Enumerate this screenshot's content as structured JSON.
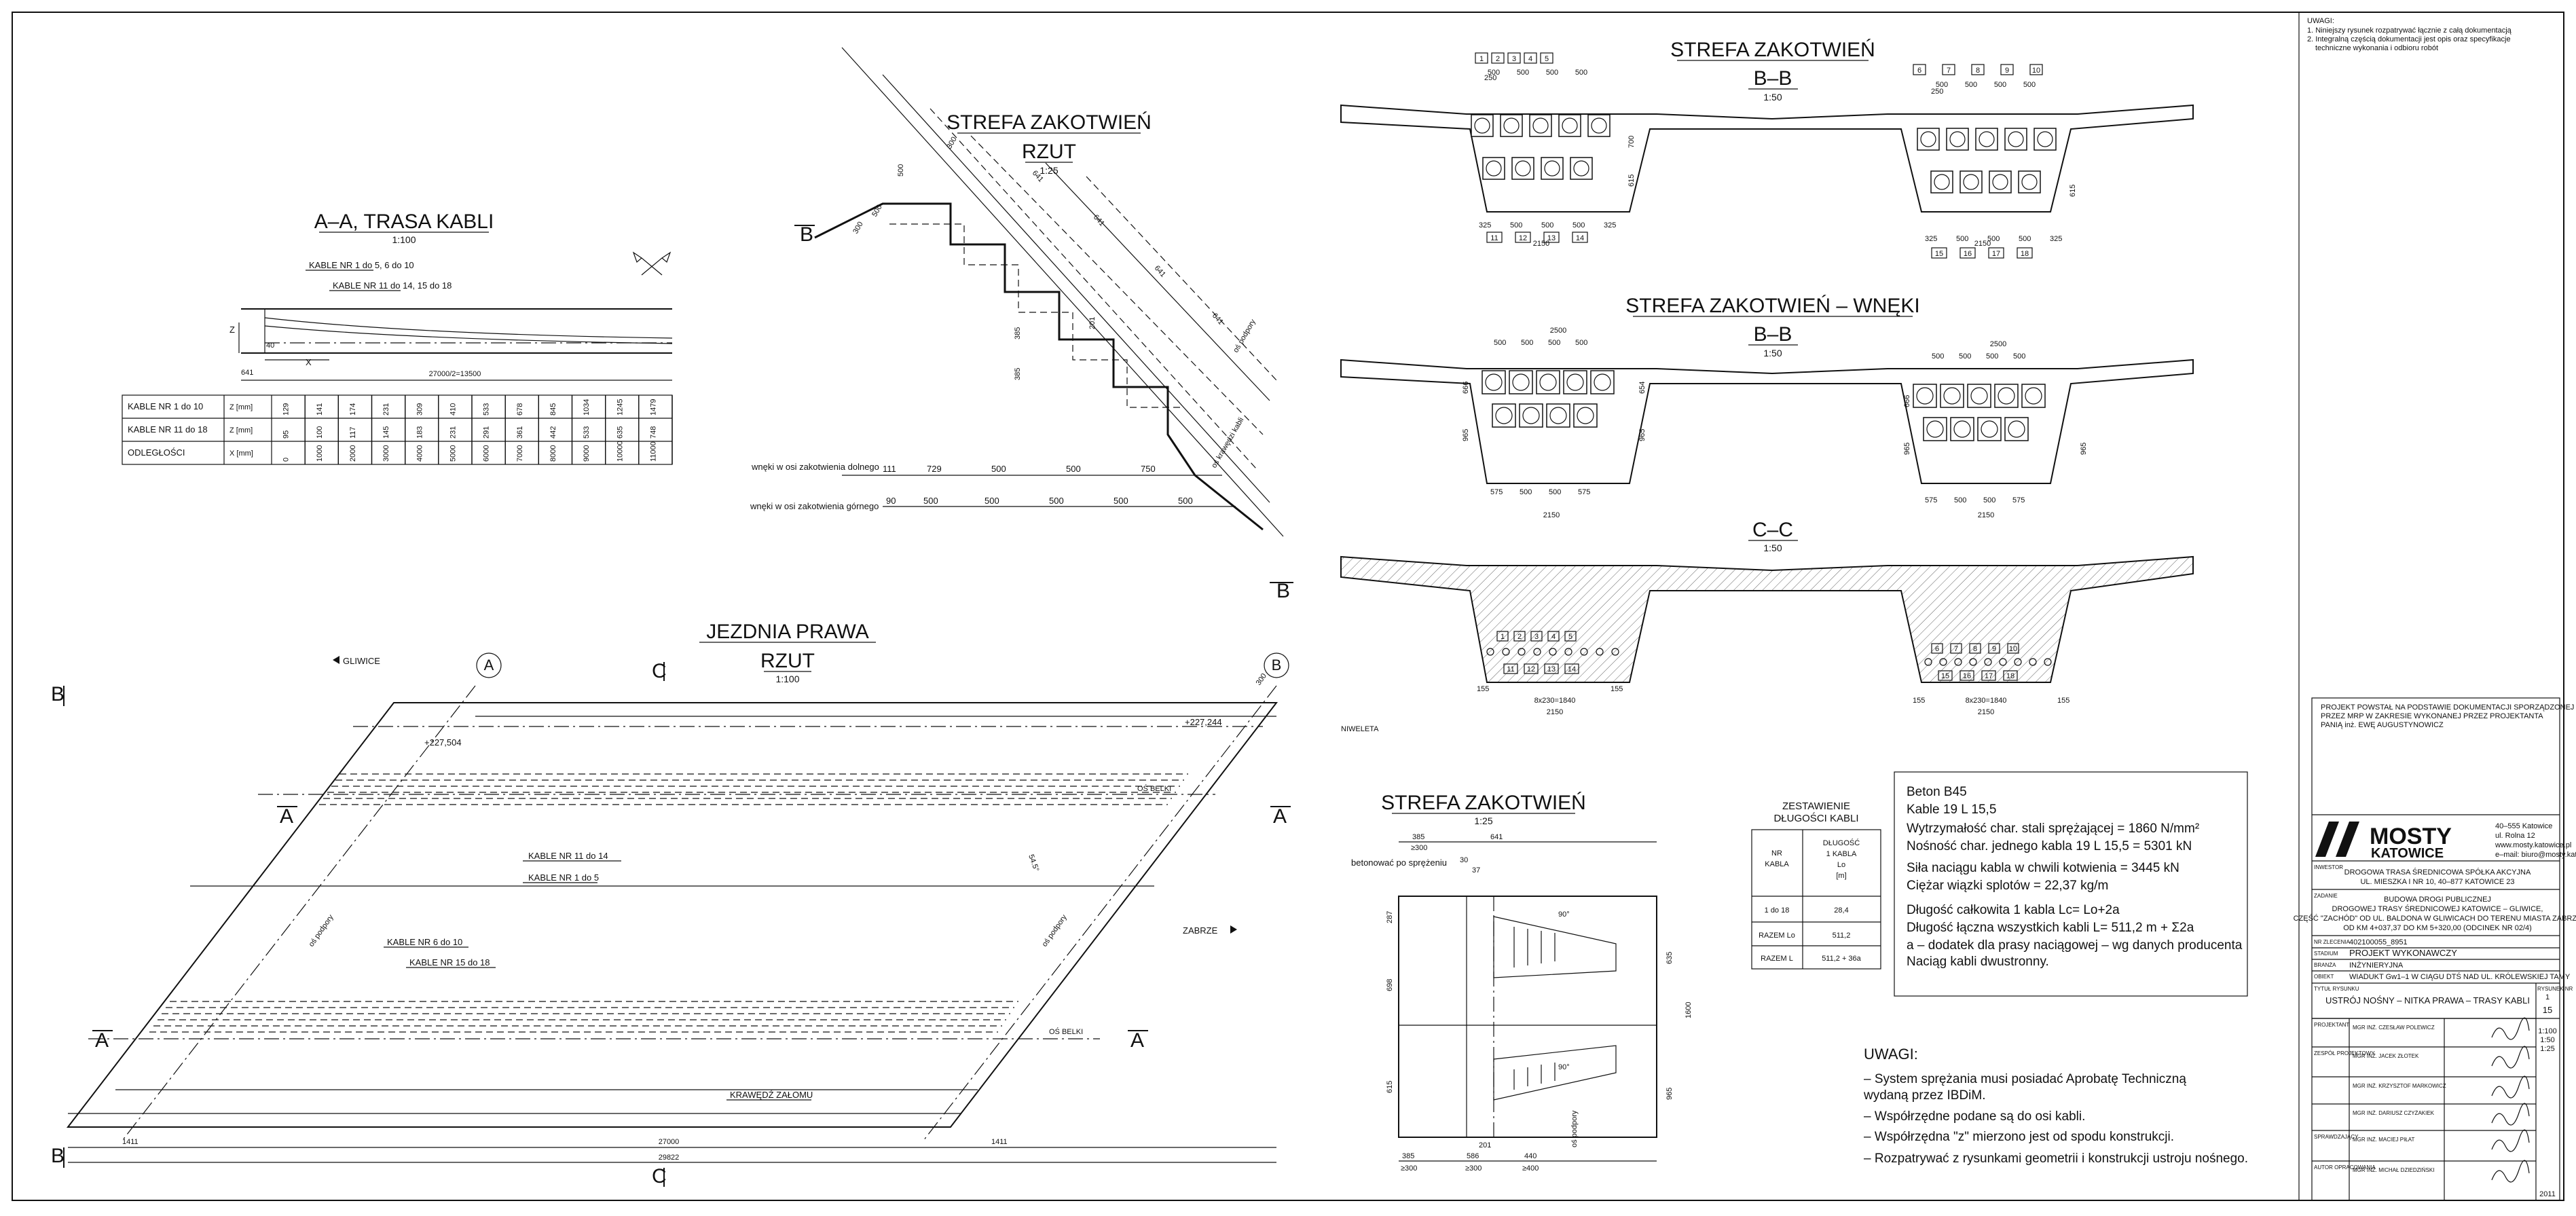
{
  "notes_top": {
    "heading": "UWAGI:",
    "lines": [
      "1. Niniejszy rysunek rozpatrywać łącznie z całą dokumentacją",
      "2. Integralną częścią dokumentacji jest opis oraz specyfikacje",
      "techniczne wykonania i odbioru robót"
    ]
  },
  "section_aa": {
    "title": "A–A, TRASA KABLI",
    "scale": "1:100",
    "label1": "KABLE NR 1 do 5, 6 do 10",
    "label2": "KABLE NR 11 do 14, 15 do 18",
    "axis_z": "Z",
    "axis_x": "X",
    "dim_40": "40",
    "dim_641": "641",
    "dim_span": "27000/2=13500",
    "rows": [
      {
        "label": "KABLE NR 1 do 10",
        "unit": "Z [mm]",
        "values": [
          "129",
          "141",
          "174",
          "231",
          "309",
          "410",
          "533",
          "678",
          "845",
          "1034",
          "1245",
          "1479"
        ]
      },
      {
        "label": "KABLE NR 11 do 18",
        "unit": "Z [mm]",
        "values": [
          "95",
          "100",
          "117",
          "145",
          "183",
          "231",
          "291",
          "361",
          "442",
          "533",
          "635",
          "748"
        ]
      },
      {
        "label": "ODLEGŁOŚCI",
        "unit": "X [mm]",
        "values": [
          "0",
          "1000",
          "2000",
          "3000",
          "4000",
          "5000",
          "6000",
          "7000",
          "8000",
          "9000",
          "10000",
          "11000"
        ]
      }
    ]
  },
  "strefa_rzut": {
    "title": "STREFA ZAKOTWIEŃ",
    "subtitle": "RZUT",
    "scale": "1:25",
    "dims_diag": [
      "300",
      "500",
      "641",
      "641",
      "641",
      "641"
    ],
    "dims_vert": [
      "300",
      "500",
      "201",
      "385",
      "385"
    ],
    "label_lower": "wnęki w osi zakotwienia dolnego",
    "label_upper": "wnęki w osi zakotwienia górnego",
    "dims_lower": [
      "111",
      "729",
      "500",
      "500",
      "750"
    ],
    "dims_upper": [
      "90",
      "500",
      "500",
      "500",
      "500",
      "500"
    ],
    "axis_label": "oś podpory",
    "axis_label2": "oś krawędzi kabli",
    "mark_b": "B"
  },
  "section_bb": {
    "title": "STREFA ZAKOTWIEŃ",
    "subtitle": "B–B",
    "scale": "1:50",
    "top_left_nums": [
      "1",
      "2",
      "3",
      "4",
      "5"
    ],
    "top_right_nums": [
      "6",
      "7",
      "8",
      "9",
      "10"
    ],
    "bot_left_nums": [
      "11",
      "12",
      "13",
      "14"
    ],
    "bot_right_nums": [
      "15",
      "16",
      "17",
      "18"
    ],
    "d500": "500",
    "d250": "250",
    "d325": "325",
    "d2150": "2150",
    "d700": "700",
    "d615": "615"
  },
  "section_bb_wneki": {
    "title": "STREFA ZAKOTWIEŃ – WNĘKI",
    "subtitle": "B–B",
    "scale": "1:50",
    "d2500": "2500",
    "d500": "500",
    "d575": "575",
    "d2150": "2150",
    "d666": "666",
    "d965": "965",
    "d654": "654"
  },
  "section_cc": {
    "title": "C–C",
    "scale": "1:50",
    "top_left_nums": [
      "1",
      "2",
      "3",
      "4",
      "5"
    ],
    "top_right_nums": [
      "6",
      "7",
      "8",
      "9",
      "10"
    ],
    "bot_left_nums": [
      "11",
      "12",
      "13",
      "14"
    ],
    "bot_right_nums": [
      "15",
      "16",
      "17",
      "18"
    ],
    "d155": "155",
    "dmid": "8x230=1840",
    "d2150": "2150"
  },
  "jezdnia": {
    "title": "JEZDNIA PRAWA",
    "subtitle": "RZUT",
    "scale": "1:100",
    "gliwice": "GLIWICE",
    "zabrze": "ZABRZE",
    "circle_a": "A",
    "circle_b": "B",
    "mark_a": "A",
    "mark_b": "B",
    "mark_c": "C",
    "elev1": "+227,244",
    "elev2": "+227,504",
    "niweleta": "NIWELETA",
    "os_belki": "OŚ BELKI",
    "os_podpory": "oś podpory",
    "kable_11_14": "KABLE NR 11 do 14",
    "kable_1_5": "KABLE NR 1 do 5",
    "kable_6_10": "KABLE NR 6 do 10",
    "kable_15_18": "KABLE NR 15 do 18",
    "krawedz": "KRAWĘDŹ ZAŁOMU",
    "d1411": "1411",
    "d27000": "27000",
    "d29822": "29822",
    "d300": "300",
    "angle": "54.5°"
  },
  "strefa_detail": {
    "title": "STREFA ZAKOTWIEŃ",
    "scale": "1:25",
    "label_betonowac": "betonować po sprężeniu",
    "d385": "385",
    "d300": "≥300",
    "d30": "30",
    "d37": "37",
    "d641": "641",
    "d287": "287",
    "d698": "698",
    "d615": "615",
    "d635": "635",
    "d1600": "1600",
    "d965": "965",
    "d201": "201",
    "d586": "586",
    "d440": "440",
    "d400": "≥400",
    "angle": "90°",
    "os": "oś podpory"
  },
  "zestawienie": {
    "title1": "ZESTAWIENIE",
    "title2": "DŁUGOŚCI KABLI",
    "col1": [
      "NR",
      "KABLA"
    ],
    "col2": [
      "DŁUGOŚĆ",
      "1 KABLA",
      "Lo",
      "[m]"
    ],
    "row1": [
      "1 do 18",
      "28,4"
    ],
    "row2": [
      "RAZEM Lo",
      "511,2"
    ],
    "row3": [
      "RAZEM L",
      "511,2 + 36a"
    ]
  },
  "specs": {
    "lines": [
      "Beton B45",
      "Kable 19 L 15,5",
      "Wytrzymałość char. stali sprężającej = 1860 N/mm²",
      "Nośność char. jednego kabla 19 L 15,5 = 5301 kN",
      "Siła naciągu kabla w chwili kotwienia = 3445 kN",
      "Ciężar wiązki splotów = 22,37 kg/m",
      "Długość całkowita 1 kabla                Lc= Lo+2a",
      "Długość łączna wszystkich kabli       L= 511,2 m + Σ2a",
      "a – dodatek dla prasy naciągowej – wg danych producenta",
      "Naciąg kabli dwustronny."
    ]
  },
  "uwagi": {
    "heading": "UWAGI:",
    "lines": [
      "– System sprężania musi posiadać Aprobatę Techniczną",
      "   wydaną przez IBDiM.",
      "– Współrzędne podane są do osi kabli.",
      "– Współrzędna \"z\" mierzono jest od spodu konstrukcji.",
      "– Rozpatrywać z rysunkami geometrii i konstrukcji ustroju nośnego."
    ]
  },
  "titleblock": {
    "project_note": [
      "PROJEKT POWSTAŁ NA PODSTAWIE DOKUMENTACJI SPORZĄDZONEJ",
      "PRZEZ MRP W ZAKRESIE WYKONANEJ PRZEZ PROJEKTANTA",
      "PANIĄ inż. EWĘ AUGUSTYNOWICZ"
    ],
    "company": "MOSTY",
    "company2": "KATOWICE",
    "address": [
      "40–555 Katowice",
      "ul. Rolna 12",
      "www.mosty.katowice.pl",
      "e–mail: biuro@mosty.katowice.pl"
    ],
    "inwestor_label": "INWESTOR",
    "inwestor": [
      "DROGOWA TRASA ŚREDNICOWA SPÓŁKA AKCYJNA",
      "UL. MIESZKA I NR 10, 40–877 KATOWICE 23"
    ],
    "zadanie_label": "ZADANIE",
    "zadanie": [
      "BUDOWA DROGI PUBLICZNEJ",
      "DROGOWEJ TRASY ŚREDNICOWEJ KATOWICE – GLIWICE,",
      "CZĘŚĆ \"ZACHÓD\" OD UL. BALDONA W GLIWICACH DO TERENU MIASTA ZABRZE",
      "OD KM 4+037,37 DO KM 5+320,00 (ODCINEK NR 02/4)"
    ],
    "nr_label": "NR ZLECENIA",
    "nr": "402100055_8951",
    "stadium_label": "STADIUM",
    "stadium": "PROJEKT WYKONAWCZY",
    "branza_label": "BRANŻA",
    "branza": "INŻYNIERYJNA",
    "obiekt_label": "OBIEKT",
    "obiekt": "WIADUKT Gw1–1 W CIĄGU DTŚ NAD UL. KRÓLEWSKIEJ TAMY",
    "tytul_label": "TYTUŁ RYSUNKU",
    "tytul": "USTRÓJ NOŚNY – NITKA PRAWA – TRASY KABLI",
    "rys_label": "RYSUNEK NR",
    "rys_nr": "15",
    "rys_nr_top": "1",
    "skala": [
      "1:100",
      "1:50",
      "1:25"
    ],
    "people": [
      [
        "PROJEKTANT",
        "MGR INŻ. CZESŁAW POLEWICZ"
      ],
      [
        "ZESPÓŁ PROJEKTOWY",
        "MGR INŻ. JACEK ZŁOTEK"
      ],
      [
        "",
        "MGR INŻ. KRZYSZTOF MARKOWICZ"
      ],
      [
        "",
        "MGR INŻ. DARIUSZ CZYŻAKIEK"
      ],
      [
        "SPRAWDZAJĄCY",
        "MGR INŻ. MACIEJ PIŁAT"
      ],
      [
        "AUTOR OPRACOWANIA",
        "MGR INŻ. MICHAŁ DZIEDZIŃSKI"
      ]
    ],
    "date": "2011"
  }
}
